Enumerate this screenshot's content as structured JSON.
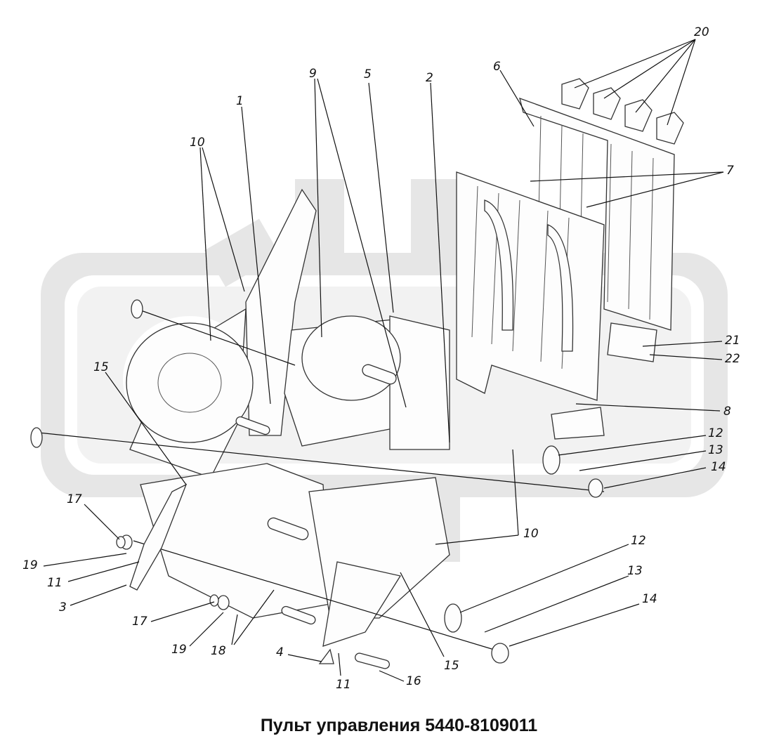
{
  "title": "Пульт управления 5440-8109011",
  "callouts": [
    "1",
    "2",
    "3",
    "4",
    "5",
    "6",
    "7",
    "8",
    "9",
    "10",
    "10",
    "11",
    "11",
    "12",
    "12",
    "13",
    "13",
    "14",
    "14",
    "15",
    "15",
    "16",
    "17",
    "17",
    "18",
    "19",
    "19",
    "20",
    "21",
    "22"
  ]
}
